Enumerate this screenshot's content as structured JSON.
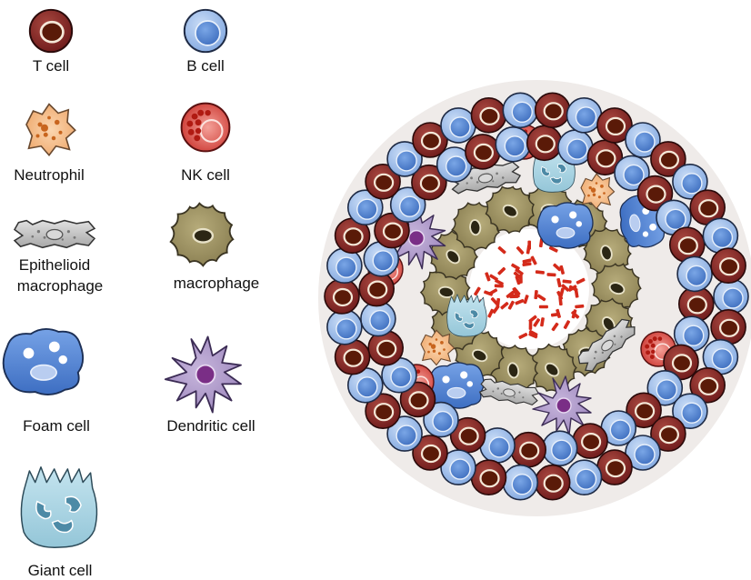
{
  "legend": [
    {
      "id": "t-cell",
      "label": "T cell"
    },
    {
      "id": "b-cell",
      "label": "B cell"
    },
    {
      "id": "neutrophil",
      "label": "Neutrophil"
    },
    {
      "id": "nk-cell",
      "label": "NK cell"
    },
    {
      "id": "epithelioid",
      "label": "Epithelioid",
      "label2": "macrophage"
    },
    {
      "id": "macrophage",
      "label": "macrophage"
    },
    {
      "id": "foam-cell",
      "label": "Foam cell"
    },
    {
      "id": "dendritic-cell",
      "label": "Dendritic cell"
    },
    {
      "id": "giant-cell",
      "label": "Giant cell"
    }
  ],
  "colors": {
    "t_cell": "#7a1f1f",
    "t_nucleus": "#5a1a08",
    "b_cell": "#8fb4e6",
    "b_nucleus": "#4a78c0",
    "neutrophil": "#f2b37a",
    "nk_cell": "#d8443a",
    "epithelioid": "#b9b9b9",
    "macrophage": "#9a8f5e",
    "foam_cell": "#4f7fd0",
    "dendritic_cell": "#a993c4",
    "giant_cell": "#a9d4e2",
    "necrotic_core": "#d42a1a",
    "granuloma_bg": "#efebe9"
  }
}
